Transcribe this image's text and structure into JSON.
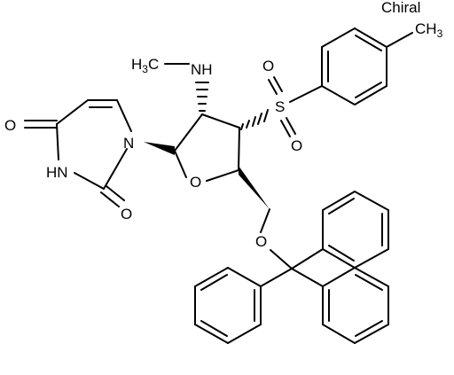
{
  "flag": "Chiral",
  "atoms": {
    "methyl_top": "CH3",
    "methylamine": "H3C",
    "nh": "NH",
    "sulfonyl_s": "S",
    "sulfonyl_o1": "O",
    "sulfonyl_o2": "O",
    "ring_n1": "N",
    "ring_nh": "HN",
    "carbonyl_o4": "O",
    "carbonyl_o2": "O",
    "furanose_o": "O",
    "ether_o": "O"
  }
}
